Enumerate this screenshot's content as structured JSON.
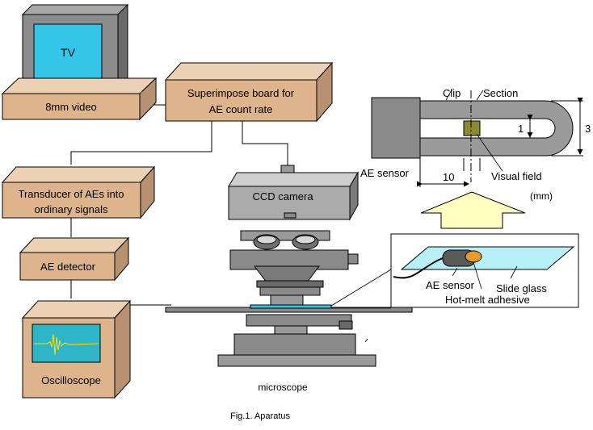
{
  "diagram": {
    "caption": "Fig.1.  Aparatus",
    "tv_label": "TV",
    "video_label": "8mm video",
    "superimpose_label_1": "Superimpose board for",
    "superimpose_label_2": "AE count rate",
    "transducer_label_1": "Transducer of AEs into",
    "transducer_label_2": "ordinary signals",
    "detector_label": "AE detector",
    "oscilloscope_label": "Oscilloscope",
    "camera_label": "CCD camera",
    "microscope_label": "microscope",
    "sensor_detail": {
      "clip_label": "Clip",
      "section_label": "Section",
      "sensor_label": "AE sensor",
      "visual_field_label": "Visual field",
      "unit_label": "(mm)",
      "dim_length": "10",
      "dim_inner_width": "1",
      "dim_outer_width": "3"
    },
    "inset": {
      "sensor_label": "AE sensor",
      "glass_label": "Slide glass",
      "adhesive_label": "Hot-melt adhesive"
    }
  },
  "colors": {
    "box_front": "#ddb48c",
    "box_top": "#ecd1b4",
    "box_side": "#b89270",
    "screen": "#33c6e8",
    "scope_screen": "#2fb5c8",
    "arrow_fill": "#ffffc0",
    "microscope": "#8a8a8a",
    "sensor_body": "#8a8a8a"
  }
}
